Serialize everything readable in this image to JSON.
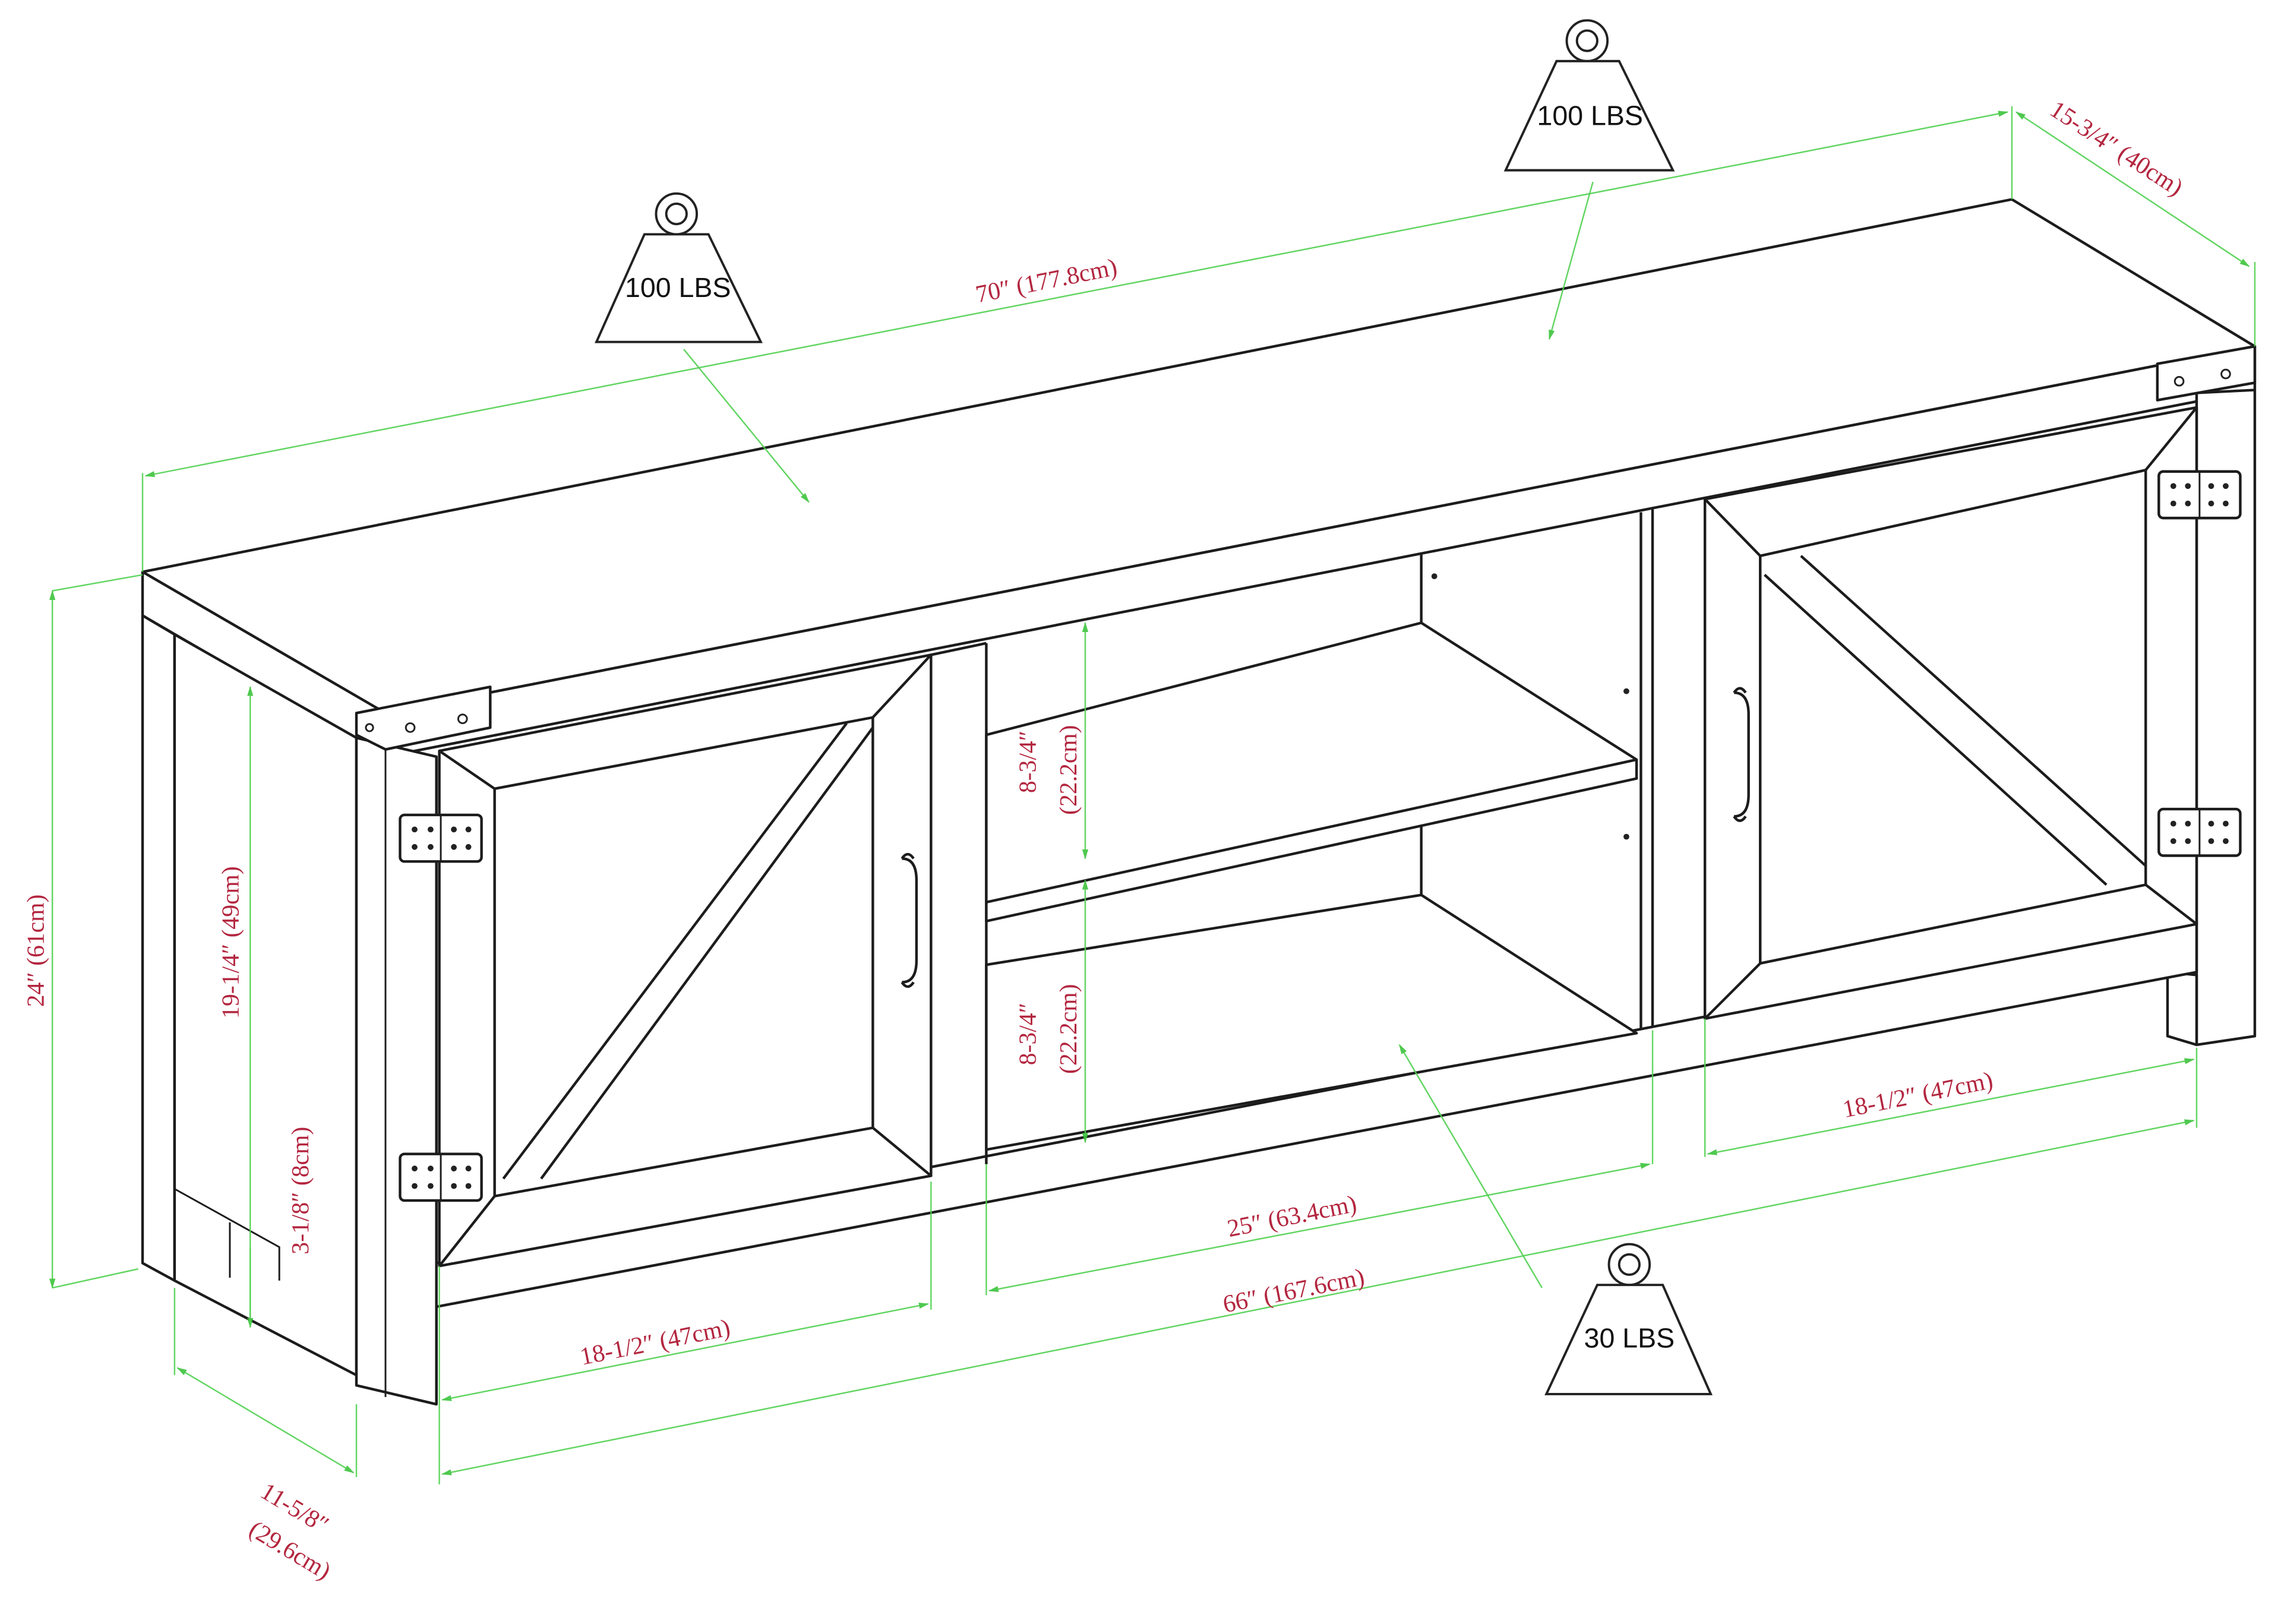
{
  "diagram": {
    "subject": "TV stand with two barn doors and center open shelving",
    "colors": {
      "outline": "#1c1c1c",
      "dimension_line": "#52d152",
      "dimension_text": "#b3263f",
      "background": "#ffffff"
    },
    "weights": [
      {
        "id": "left-top",
        "label": "100 LBS"
      },
      {
        "id": "right-top",
        "label": "100 LBS"
      },
      {
        "id": "bottom-shelf",
        "label": "30 LBS"
      }
    ],
    "dimensions": {
      "overall_width": "70″ (177.8cm)",
      "top_depth": "15-3/4″ (40cm)",
      "overall_height": "24″ (61cm)",
      "inner_height": "19-1/4″ (49cm)",
      "leg_clearance": "3-1/8″ (8cm)",
      "base_depth_line1": "11-5/8″",
      "base_depth_line2": "(29.6cm)",
      "left_door_width": "18-1/2″ (47cm)",
      "right_door_width": "18-1/2″ (47cm)",
      "center_opening_width": "25″ (63.4cm)",
      "base_width": "66″ (167.6cm)",
      "upper_shelf_height_line1": "8-3/4″",
      "upper_shelf_height_line2": "(22.2cm)",
      "lower_shelf_height_line1": "8-3/4″",
      "lower_shelf_height_line2": "(22.2cm)"
    }
  }
}
